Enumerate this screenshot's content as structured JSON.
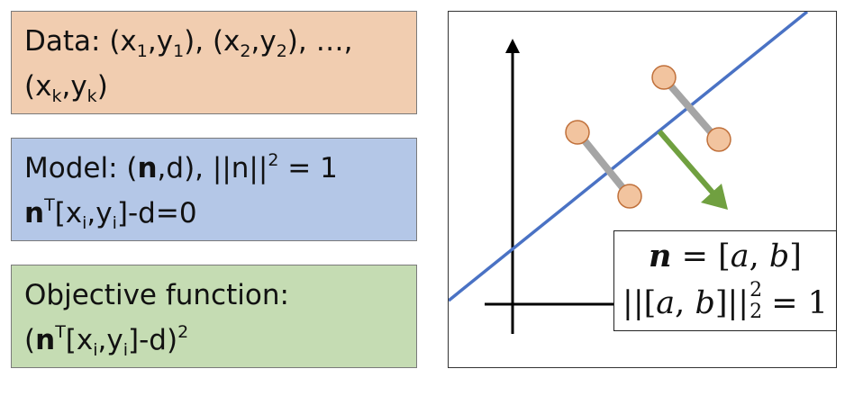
{
  "data_box": {
    "line1": {
      "a": "Data: (x",
      "s1": "1",
      "b": ",y",
      "s2": "1",
      "c": "), (x",
      "s3": "2",
      "d": ",y",
      "s4": "2",
      "e": "), …,"
    },
    "line2": {
      "a": "(x",
      "s1": "k",
      "b": ",y",
      "s2": "k",
      "c": ")"
    },
    "color": "#f1cdb0"
  },
  "model_box": {
    "line1": {
      "a": "Model: (",
      "bold": "n",
      "b": ",d), ||n||",
      "sup": "2",
      "c": " = 1"
    },
    "line2": {
      "bold": "n",
      "sup": "T",
      "a": "[x",
      "s1": "i",
      "b": ",y",
      "s2": "i",
      "c": "]-d=0"
    },
    "color": "#b4c7e7"
  },
  "objective_box": {
    "line1": "Objective function:",
    "line2": {
      "a": "(",
      "bold": "n",
      "sup": "T",
      "b": "[x",
      "s1": "i",
      "c": ",y",
      "s2": "i",
      "d": "]-d)",
      "sup2": "2"
    },
    "color": "#c5dcb3"
  },
  "plot": {
    "colors": {
      "fit_line": "#4a72c4",
      "normal_arrow": "#70a040",
      "point_fill": "#f2c49f",
      "point_stroke": "#c0703a",
      "connector": "#a5a5a5",
      "axes": "#000000"
    },
    "math_label": {
      "line1": {
        "bold": "n",
        "eq": " = [",
        "a": "a",
        "comma": ", ",
        "b": "b",
        "close": "]"
      },
      "line2": {
        "open": "||[",
        "a": "a",
        "comma": ", ",
        "b": "b",
        "close": "]||",
        "sub": "2",
        "sup": "2",
        "eq": " = 1"
      }
    }
  }
}
